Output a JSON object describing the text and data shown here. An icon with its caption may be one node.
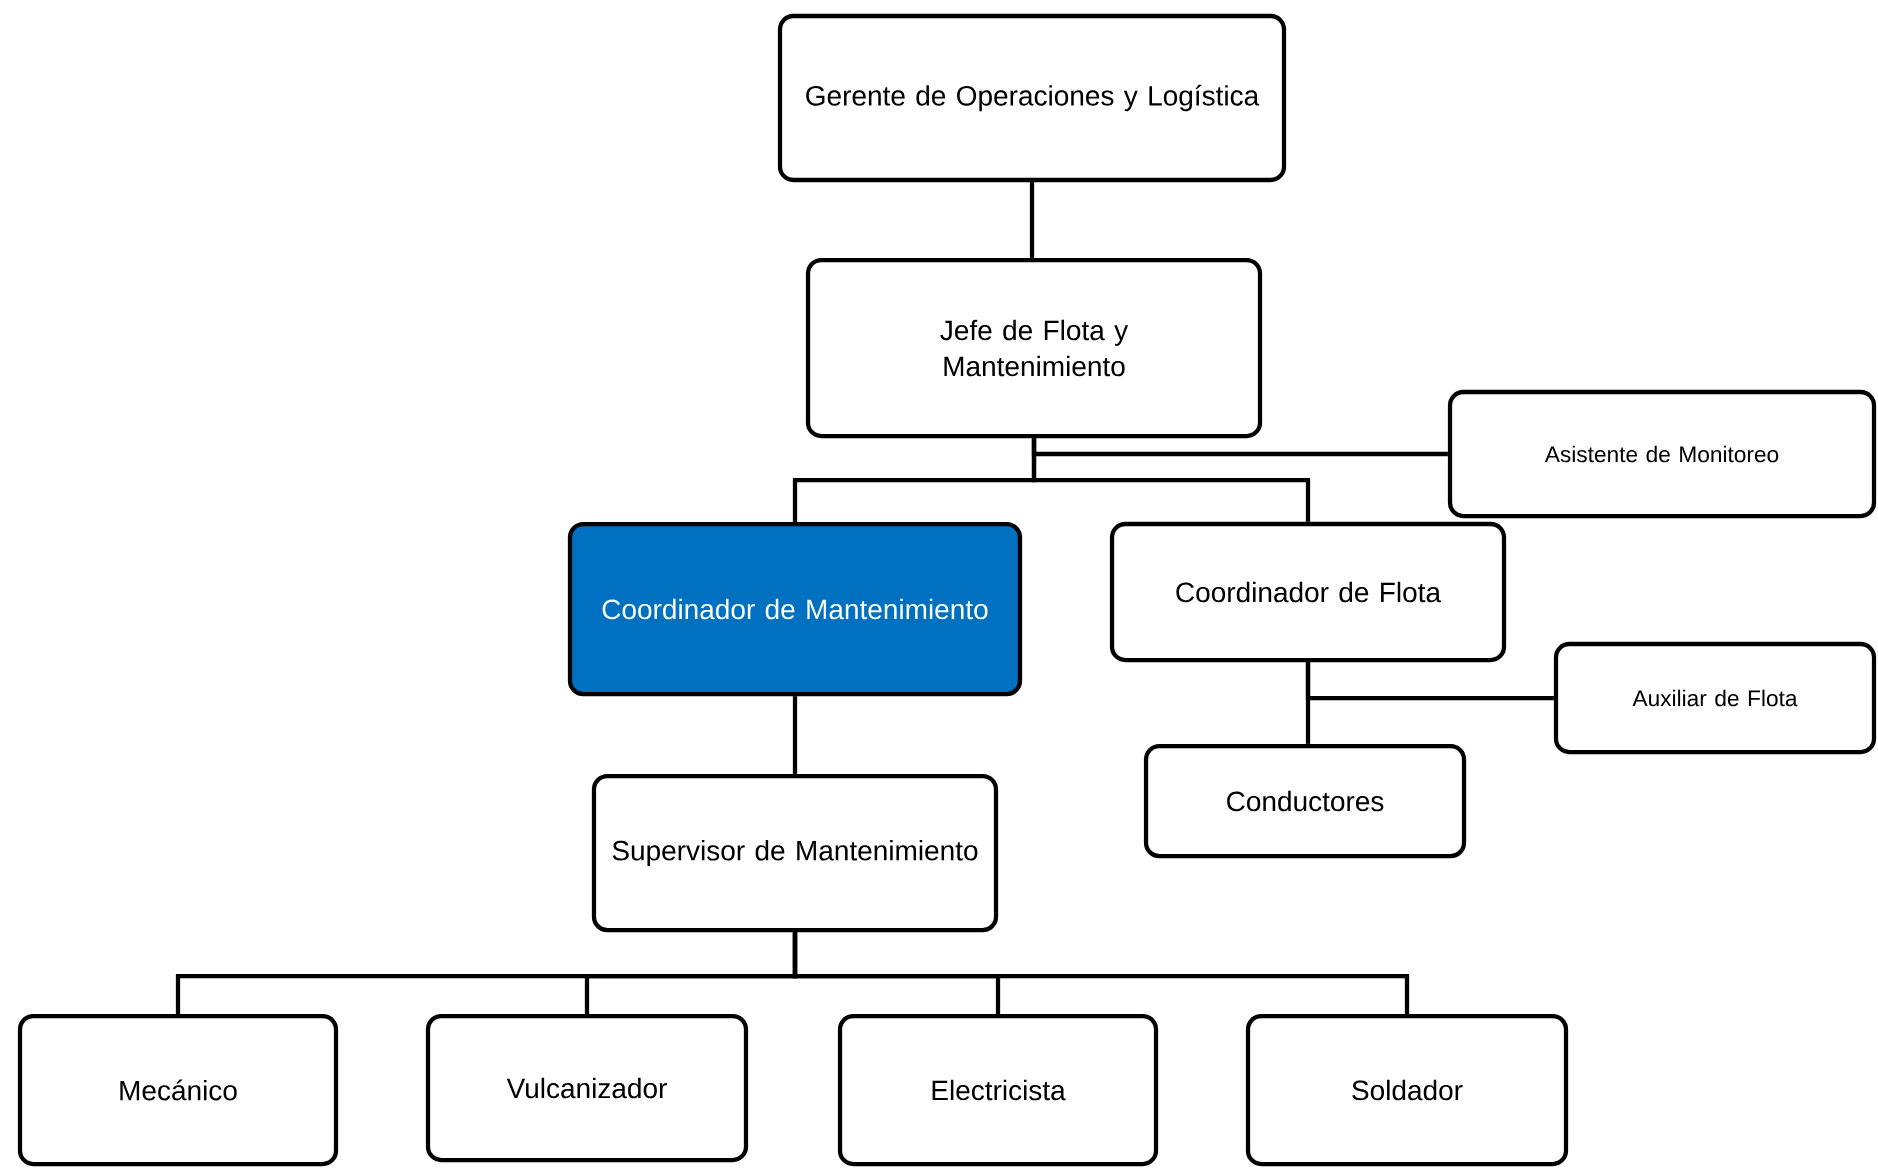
{
  "diagram": {
    "nodes": [
      {
        "text": [
          "Gerente de Operaciones y Logística"
        ]
      },
      {
        "text": [
          "Jefe de Flota y Mantenimiento"
        ]
      },
      {
        "text": [
          "Asistente de Monitoreo"
        ]
      },
      {
        "text": [
          "Coordinador de Mantenimiento"
        ]
      },
      {
        "text": [
          "Coordinador de Flota"
        ]
      },
      {
        "text": [
          "Auxiliar de Flota"
        ]
      },
      {
        "text": [
          "Conductores"
        ]
      },
      {
        "text": [
          "Supervisor de Mantenimiento"
        ]
      },
      {
        "text": [
          "Mecánico"
        ]
      },
      {
        "text": [
          "Vulcanizador"
        ]
      },
      {
        "text": [
          "Electricista"
        ]
      },
      {
        "text": [
          "Soldador"
        ]
      }
    ],
    "edges": [
      {
        "from": 0,
        "to": 1,
        "arrow": "none"
      },
      {
        "from": 1,
        "to": 2,
        "arrow": "none"
      },
      {
        "from": 1,
        "to": 3,
        "arrow": "none"
      },
      {
        "from": 1,
        "to": 4,
        "arrow": "none"
      },
      {
        "from": 4,
        "to": 5,
        "arrow": "none"
      },
      {
        "from": 4,
        "to": 6,
        "arrow": "none"
      },
      {
        "from": 3,
        "to": 7,
        "arrow": "none"
      },
      {
        "from": 7,
        "to": 8,
        "arrow": "none"
      },
      {
        "from": 7,
        "to": 9,
        "arrow": "none"
      },
      {
        "from": 7,
        "to": 10,
        "arrow": "none"
      },
      {
        "from": 7,
        "to": 11,
        "arrow": "none"
      }
    ]
  }
}
